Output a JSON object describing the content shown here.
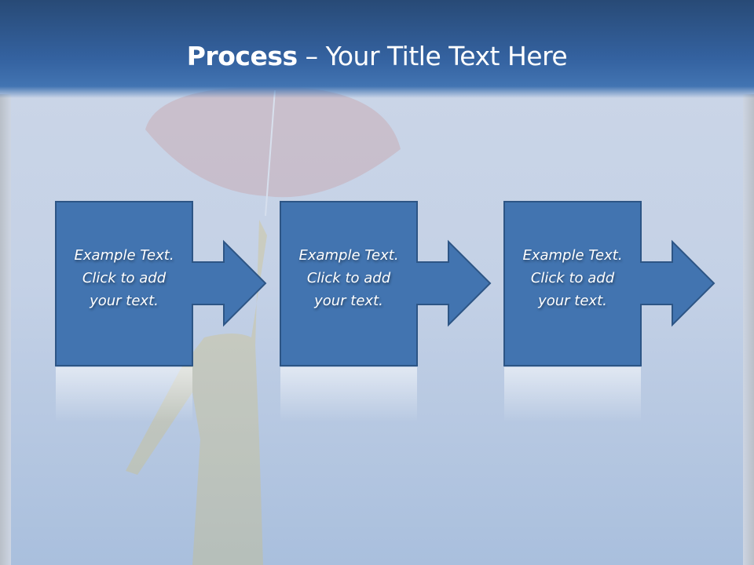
{
  "title": {
    "bold": "Process",
    "rest": " – Your Title Text Here"
  },
  "steps": [
    {
      "line1": "Example Text.",
      "line2": "Click  to add",
      "line3": "your text."
    },
    {
      "line1": "Example Text.",
      "line2": "Click  to add",
      "line3": "your text."
    },
    {
      "line1": "Example Text.",
      "line2": "Click  to add",
      "line3": "your text."
    }
  ],
  "colors": {
    "box": "#4274b0",
    "border": "#2d5585",
    "header": "#2f5a92"
  }
}
